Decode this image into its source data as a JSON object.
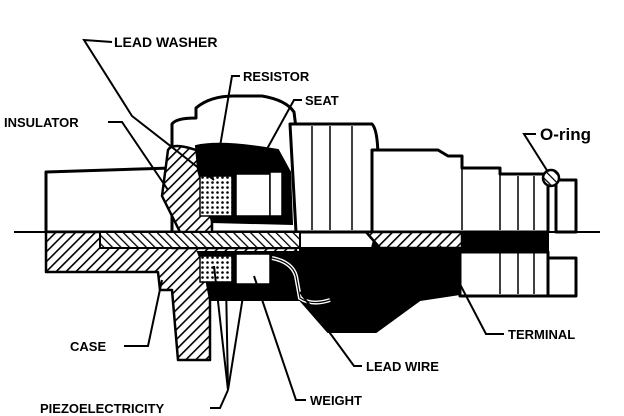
{
  "diagram": {
    "labels": {
      "lead_washer": "LEAD WASHER",
      "resistor": "RESISTOR",
      "seat": "SEAT",
      "insulator": "INSULATOR",
      "oring": "O-ring",
      "case": "CASE",
      "terminal": "TERMINAL",
      "lead_wire": "LEAD WIRE",
      "weight": "WEIGHT",
      "piezo": "PIEZOELECTRICITY"
    }
  }
}
